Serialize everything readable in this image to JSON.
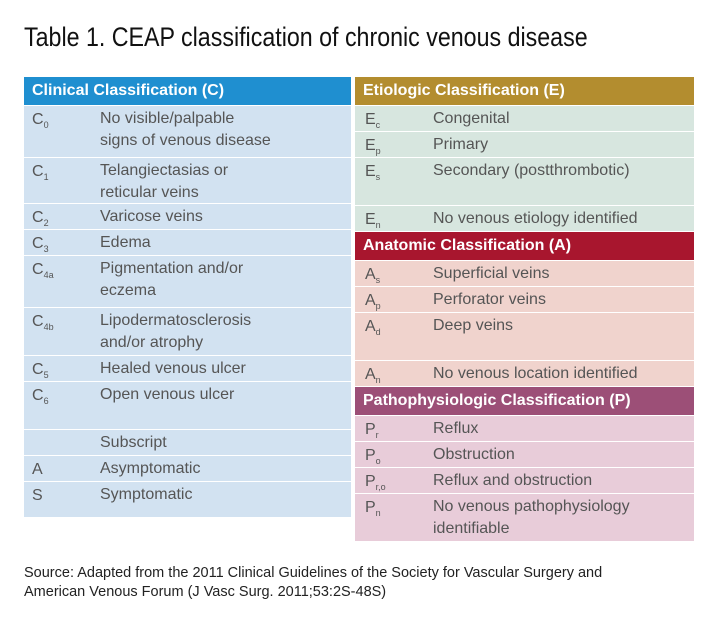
{
  "title": "Table 1. CEAP classification of chronic venous disease",
  "clinical": {
    "header": "Clinical Classification (C)",
    "header_color": "#1f8fd0",
    "rows": [
      {
        "base": "C",
        "sub": "0",
        "desc1": "No visible/palpable",
        "desc2": "signs of venous disease"
      },
      {
        "base": "C",
        "sub": "1",
        "desc1": "Telangiectasias or",
        "desc2": "reticular veins"
      },
      {
        "base": "C",
        "sub": "2",
        "desc1": "Varicose veins",
        "desc2": ""
      },
      {
        "base": "C",
        "sub": "3",
        "desc1": "Edema",
        "desc2": ""
      },
      {
        "base": "C",
        "sub": "4a",
        "desc1": "Pigmentation and/or",
        "desc2": "eczema"
      },
      {
        "base": "C",
        "sub": "4b",
        "desc1": "Lipodermatosclerosis",
        "desc2": "and/or atrophy"
      },
      {
        "base": "C",
        "sub": "5",
        "desc1": "Healed venous ulcer",
        "desc2": ""
      },
      {
        "base": "C",
        "sub": "6",
        "desc1": "Open venous ulcer",
        "desc2": ""
      },
      {
        "base": "",
        "sub": "",
        "desc1": "Subscript",
        "desc2": ""
      },
      {
        "base": "A",
        "sub": "",
        "desc1": "Asymptomatic",
        "desc2": ""
      },
      {
        "base": "S",
        "sub": "",
        "desc1": "Symptomatic",
        "desc2": ""
      }
    ]
  },
  "etiologic": {
    "header": "Etiologic Classification (E)",
    "header_color": "#b38d2f",
    "rows": [
      {
        "base": "E",
        "sub": "c",
        "desc1": "Congenital",
        "desc2": ""
      },
      {
        "base": "E",
        "sub": "p",
        "desc1": "Primary",
        "desc2": ""
      },
      {
        "base": "E",
        "sub": "s",
        "desc1": "Secondary (postthrombotic)",
        "desc2": ""
      },
      {
        "base": "E",
        "sub": "n",
        "desc1": "No venous etiology identified",
        "desc2": ""
      }
    ]
  },
  "anatomic": {
    "header": "Anatomic Classification (A)",
    "header_color": "#a8162e",
    "rows": [
      {
        "base": "A",
        "sub": "s",
        "desc1": "Superficial veins",
        "desc2": ""
      },
      {
        "base": "A",
        "sub": "p",
        "desc1": "Perforator veins",
        "desc2": ""
      },
      {
        "base": "A",
        "sub": "d",
        "desc1": "Deep veins",
        "desc2": ""
      },
      {
        "base": "A",
        "sub": "n",
        "desc1": "No venous location identified",
        "desc2": ""
      }
    ]
  },
  "pathophysiologic": {
    "header": "Pathophysiologic Classification (P)",
    "header_color": "#9c4f77",
    "rows": [
      {
        "base": "P",
        "sub": "r",
        "desc1": "Reflux",
        "desc2": ""
      },
      {
        "base": "P",
        "sub": "o",
        "desc1": "Obstruction",
        "desc2": ""
      },
      {
        "base": "P",
        "sub": "r,o",
        "desc1": "Reflux and obstruction",
        "desc2": ""
      },
      {
        "base": "P",
        "sub": "n",
        "desc1": "No venous pathophysiology",
        "desc2": "identifiable"
      }
    ]
  },
  "source": {
    "label": "Source:",
    "text1": " Adapted from the 2011 Clinical Guidelines of the Society for Vascular Surgery and",
    "text2": "American Venous Forum (J Vasc Surg. 2011;53:2S-48S)"
  }
}
